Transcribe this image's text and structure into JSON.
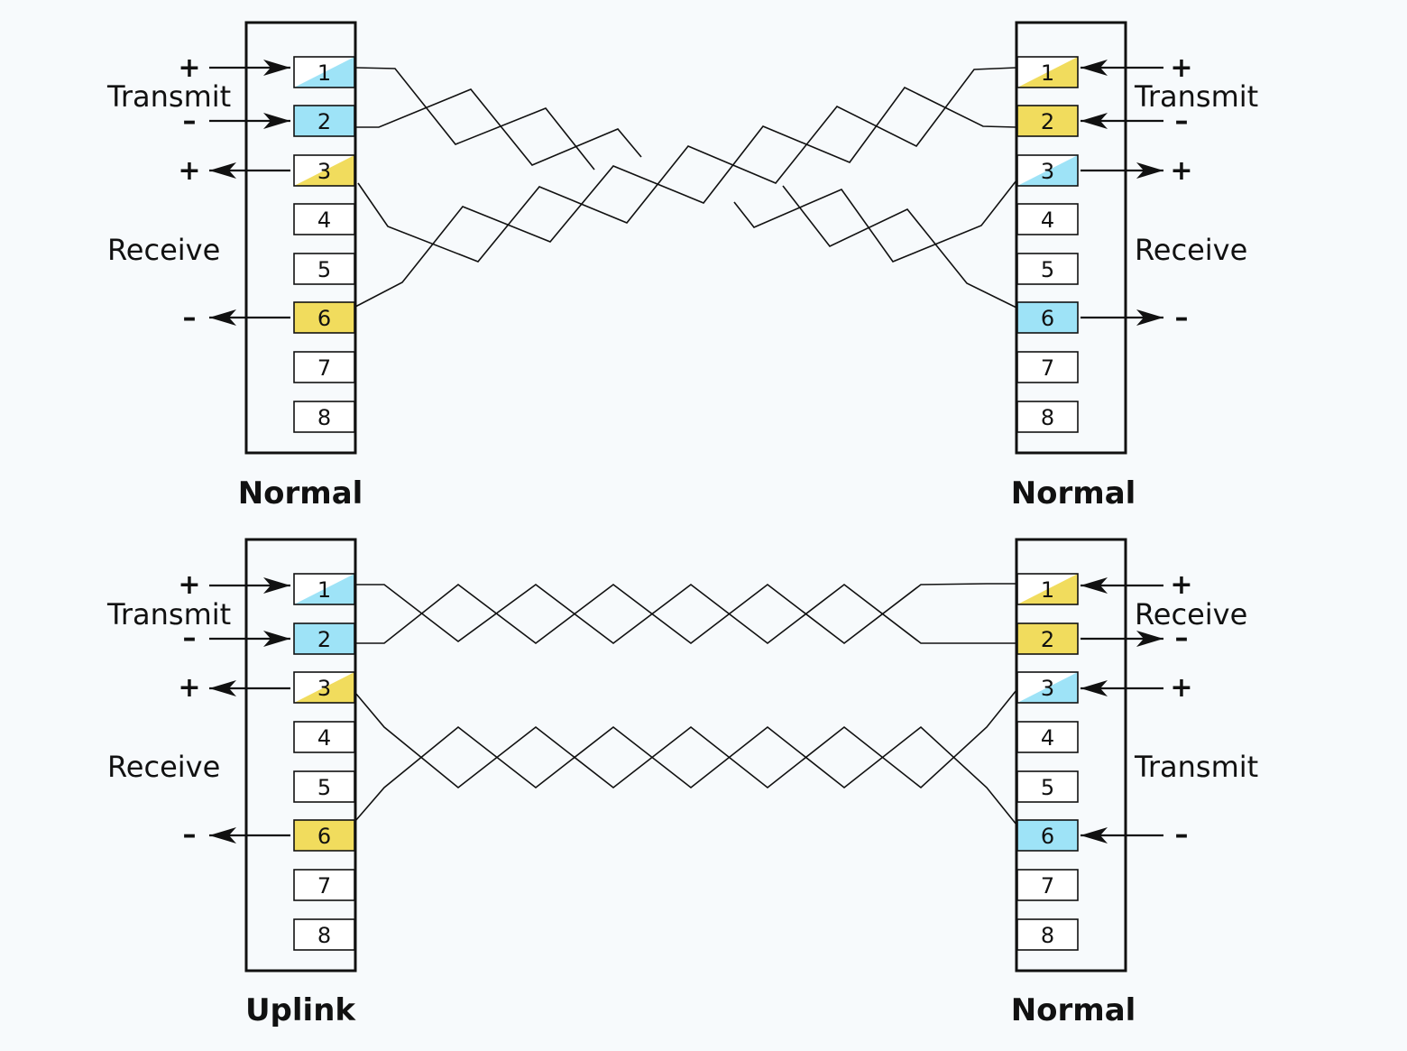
{
  "colors": {
    "background": "#f7fafc",
    "blue": "#9ee3f7",
    "yellow": "#f1dc5d",
    "white": "#ffffff",
    "line": "#111111"
  },
  "pins": [
    "1",
    "2",
    "3",
    "4",
    "5",
    "6",
    "7",
    "8"
  ],
  "top": {
    "left": {
      "caption": "Normal",
      "label_upper": "Transmit",
      "label_lower": "Receive",
      "signs": [
        "+",
        "–",
        "+",
        "–"
      ],
      "pin_fills": [
        "white-blue",
        "blue",
        "white-yellow",
        "white",
        "white",
        "yellow",
        "white",
        "white"
      ]
    },
    "right": {
      "caption": "Normal",
      "label_upper": "Transmit",
      "label_lower": "Receive",
      "signs": [
        "+",
        "–",
        "+",
        "–"
      ],
      "pin_fills": [
        "white-yellow",
        "yellow",
        "white-blue",
        "white",
        "white",
        "blue",
        "white",
        "white"
      ]
    }
  },
  "bottom": {
    "left": {
      "caption": "Uplink",
      "label_upper": "Transmit",
      "label_lower": "Receive",
      "signs": [
        "+",
        "–",
        "+",
        "–"
      ],
      "pin_fills": [
        "white-blue",
        "blue",
        "white-yellow",
        "white",
        "white",
        "yellow",
        "white",
        "white"
      ]
    },
    "right": {
      "caption": "Normal",
      "label_upper": "Receive",
      "label_lower": "Transmit",
      "signs": [
        "+",
        "–",
        "+",
        "–"
      ],
      "pin_fills": [
        "white-yellow",
        "yellow",
        "white-blue",
        "white",
        "white",
        "blue",
        "white",
        "white"
      ]
    }
  }
}
